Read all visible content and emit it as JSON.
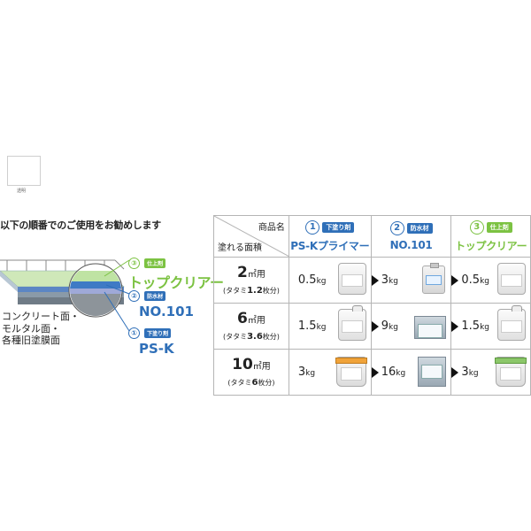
{
  "swatch": {
    "caption": "透明"
  },
  "left": {
    "recommend": "以下の順番でのご使用をお勧めします",
    "substrate": [
      "コンクリート面・",
      "モルタル面・",
      "各種旧塗膜面"
    ],
    "layers": [
      {
        "num": "③",
        "tag": "仕上剤",
        "product": "トップクリアー",
        "color": "#7cc242"
      },
      {
        "num": "②",
        "tag": "防水材",
        "product": "NO.101",
        "color": "#2f6fb8"
      },
      {
        "num": "①",
        "tag": "下塗り剤",
        "product": "PS-K",
        "color": "#2f6fb8"
      }
    ]
  },
  "table": {
    "header": {
      "product_name": "商品名",
      "area_label": "塗れる面積",
      "cols": [
        {
          "num": "1",
          "tag": "下塗り剤",
          "name": "PS-Kプライマー"
        },
        {
          "num": "2",
          "tag": "防水材",
          "name": "NO.101"
        },
        {
          "num": "3",
          "tag": "仕上剤",
          "name": "トップクリアー"
        }
      ]
    },
    "rows": [
      {
        "area": "2",
        "unit": "㎡用",
        "tatami_pre": "(タタミ",
        "tatami_num": "1.2",
        "tatami_post": "枚分)",
        "q1": "0.5",
        "q2": "3",
        "q3": "0.5",
        "kg": "kg"
      },
      {
        "area": "6",
        "unit": "㎡用",
        "tatami_pre": "(タタミ",
        "tatami_num": "3.6",
        "tatami_post": "枚分)",
        "q1": "1.5",
        "q2": "9",
        "q3": "1.5",
        "kg": "kg"
      },
      {
        "area": "10",
        "unit": "㎡用",
        "tatami_pre": "(タタミ",
        "tatami_num": "6",
        "tatami_post": "枚分)",
        "q1": "3",
        "q2": "16",
        "q3": "3",
        "kg": "kg"
      }
    ]
  }
}
